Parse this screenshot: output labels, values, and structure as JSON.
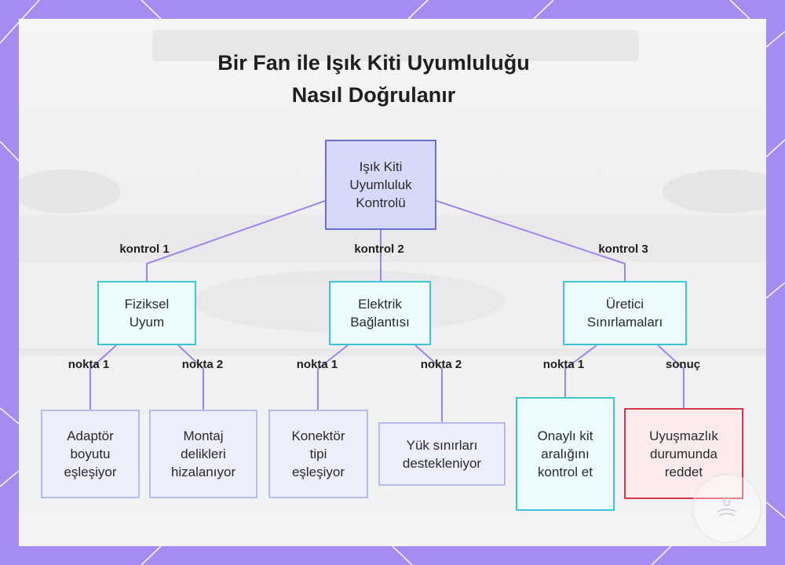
{
  "diagram": {
    "title_line1": "Bir Fan ile Işık Kiti Uyumluluğu",
    "title_line2": "Nasıl Doğrulanır",
    "root": {
      "label": "Işık Kiti\nUyumluluk\nKontrolü"
    },
    "branches": [
      {
        "edge_label": "kontrol 1",
        "label": "Fiziksel\nUyum"
      },
      {
        "edge_label": "kontrol 2",
        "label": "Elektrik\nBağlantısı"
      },
      {
        "edge_label": "kontrol 3",
        "label": "Üretici\nSınırlamaları"
      }
    ],
    "leaves": [
      {
        "edge_label": "nokta 1",
        "label": "Adaptör\nboyutu\neşleşiyor"
      },
      {
        "edge_label": "nokta 2",
        "label": "Montaj\ndelikleri\nhizalanıyor"
      },
      {
        "edge_label": "nokta 1",
        "label": "Konektör\ntipi\neşleşiyor"
      },
      {
        "edge_label": "nokta 2",
        "label": "Yük sınırları\ndestekleniyor"
      },
      {
        "edge_label": "nokta 1",
        "label": "Onaylı kit\naralığını\nkontrol et"
      },
      {
        "edge_label": "sonuç",
        "label": "Uyuşmazlık\ndurumunda\nreddet"
      }
    ]
  },
  "colors": {
    "frame": "#a48cf0",
    "connector": "#9f86e6",
    "root_fill": "#d7d9fb",
    "root_border": "#6b70cc",
    "branch_border": "#3fc6d6",
    "leaf_border": "#b7bdea",
    "reject_border": "#d83a4a"
  }
}
